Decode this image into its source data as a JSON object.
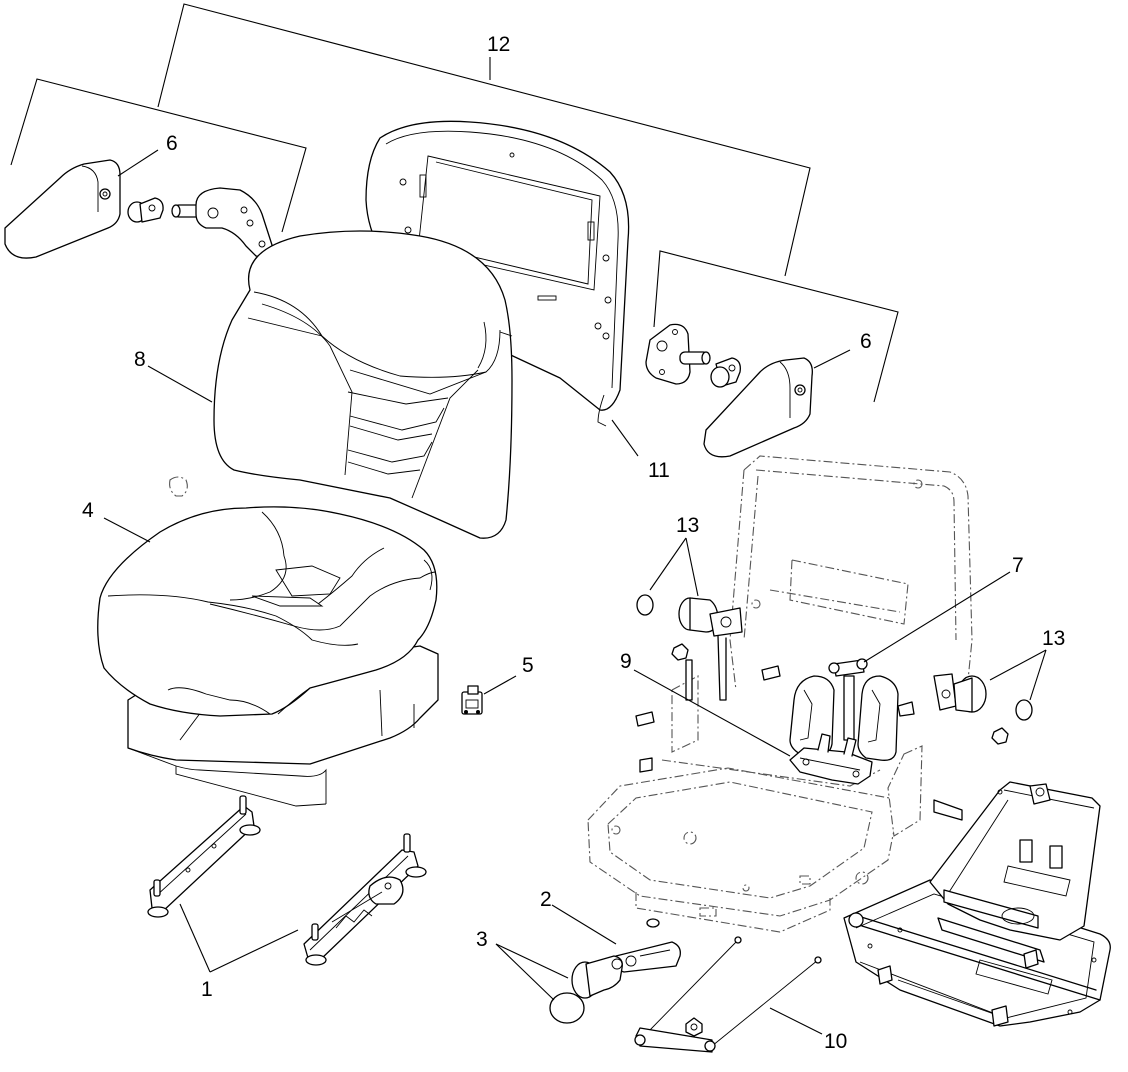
{
  "diagram": {
    "callouts": [
      {
        "id": "c1",
        "text": "1"
      },
      {
        "id": "c2",
        "text": "2"
      },
      {
        "id": "c3",
        "text": "3"
      },
      {
        "id": "c4",
        "text": "4"
      },
      {
        "id": "c5",
        "text": "5"
      },
      {
        "id": "c6a",
        "text": "6"
      },
      {
        "id": "c6b",
        "text": "6"
      },
      {
        "id": "c7",
        "text": "7"
      },
      {
        "id": "c8",
        "text": "8"
      },
      {
        "id": "c9",
        "text": "9"
      },
      {
        "id": "c10",
        "text": "10"
      },
      {
        "id": "c11",
        "text": "11"
      },
      {
        "id": "c12",
        "text": "12"
      },
      {
        "id": "c13a",
        "text": "13"
      },
      {
        "id": "c13b",
        "text": "13"
      }
    ]
  }
}
